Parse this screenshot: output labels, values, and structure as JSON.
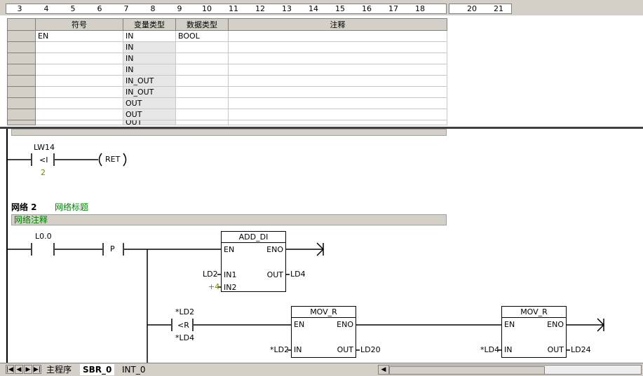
{
  "ruler": {
    "numbers": [
      "3",
      "4",
      "5",
      "6",
      "7",
      "8",
      "9",
      "10",
      "11",
      "12",
      "13",
      "14",
      "15",
      "16",
      "17",
      "18",
      "20",
      "21"
    ]
  },
  "var_table": {
    "headers": [
      "符号",
      "变量类型",
      "数据类型",
      "注释"
    ],
    "rows": [
      {
        "symbol": "EN",
        "var_type": "IN",
        "data_type": "BOOL",
        "comment": ""
      },
      {
        "symbol": "",
        "var_type": "IN",
        "data_type": "",
        "comment": ""
      },
      {
        "symbol": "",
        "var_type": "IN",
        "data_type": "",
        "comment": ""
      },
      {
        "symbol": "",
        "var_type": "IN",
        "data_type": "",
        "comment": ""
      },
      {
        "symbol": "",
        "var_type": "IN_OUT",
        "data_type": "",
        "comment": ""
      },
      {
        "symbol": "",
        "var_type": "IN_OUT",
        "data_type": "",
        "comment": ""
      },
      {
        "symbol": "",
        "var_type": "OUT",
        "data_type": "",
        "comment": ""
      },
      {
        "symbol": "",
        "var_type": "OUT",
        "data_type": "",
        "comment": ""
      },
      {
        "symbol": "",
        "var_type": "OUT",
        "data_type": "",
        "comment": ""
      }
    ]
  },
  "network1": {
    "contact_operand": "LW14",
    "contact_op": "<I",
    "contact_operand2": "2",
    "coil_label": "RET"
  },
  "network2": {
    "title": "网络 2",
    "subtitle": "网络标题",
    "comment": "网络注释",
    "contact_operand": "L0.0",
    "edge_label": "P",
    "add_box": {
      "title": "ADD_DI",
      "en": "EN",
      "eno": "ENO",
      "in1": "IN1",
      "in2": "IN2",
      "out": "OUT",
      "in1_val": "LD2",
      "in2_val": "+4",
      "out_val": "LD4"
    },
    "cmp_operand1": "*LD2",
    "cmp_op": "<R",
    "cmp_operand2": "*LD4",
    "mov1": {
      "title": "MOV_R",
      "en": "EN",
      "eno": "ENO",
      "in": "IN",
      "out": "OUT",
      "in_val": "*LD2",
      "out_val": "LD20"
    },
    "mov2": {
      "title": "MOV_R",
      "en": "EN",
      "eno": "ENO",
      "in": "IN",
      "out": "OUT",
      "in_val": "*LD4",
      "out_val": "LD24"
    }
  },
  "tabs": [
    "主程序",
    "SBR_0",
    "INT_0"
  ],
  "nav_buttons": [
    "|◀",
    "◀",
    "▶",
    "▶|"
  ]
}
